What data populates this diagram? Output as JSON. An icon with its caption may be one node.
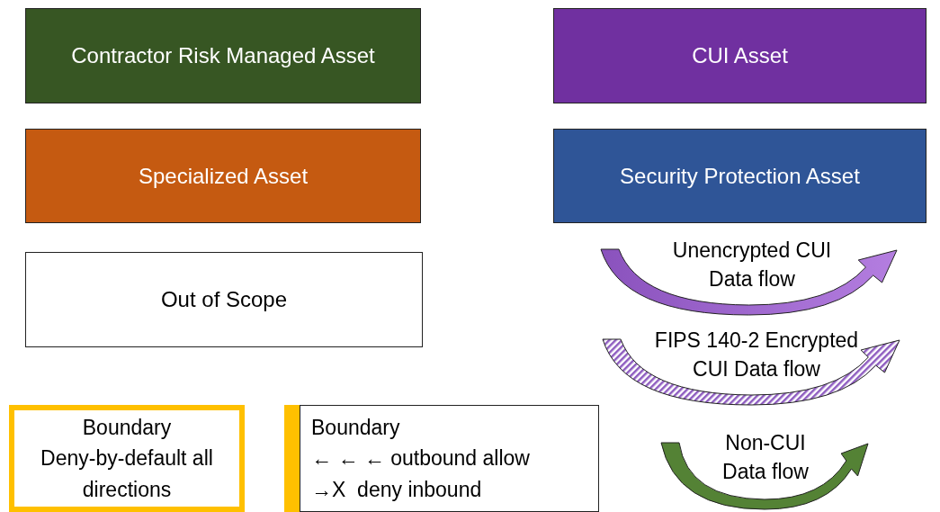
{
  "diagram": {
    "nodes": [
      {
        "text": [
          "Contractor Risk Managed Asset"
        ]
      },
      {
        "text": [
          "CUI Asset"
        ]
      },
      {
        "text": [
          "Specialized Asset"
        ]
      },
      {
        "text": [
          "Security Protection Asset"
        ]
      },
      {
        "text": [
          "Out of Scope"
        ]
      },
      {
        "text": [
          "Boundary",
          "Deny-by-default all directions"
        ]
      },
      {
        "text": [
          "Boundary",
          "← ← ← outbound allow",
          "→X  deny inbound"
        ]
      }
    ],
    "legend": [
      {
        "text": "Unencrypted CUI Data flow"
      },
      {
        "text": "FIPS 140-2 Encrypted CUI Data flow"
      },
      {
        "text": "Non-CUI Data flow"
      }
    ]
  }
}
